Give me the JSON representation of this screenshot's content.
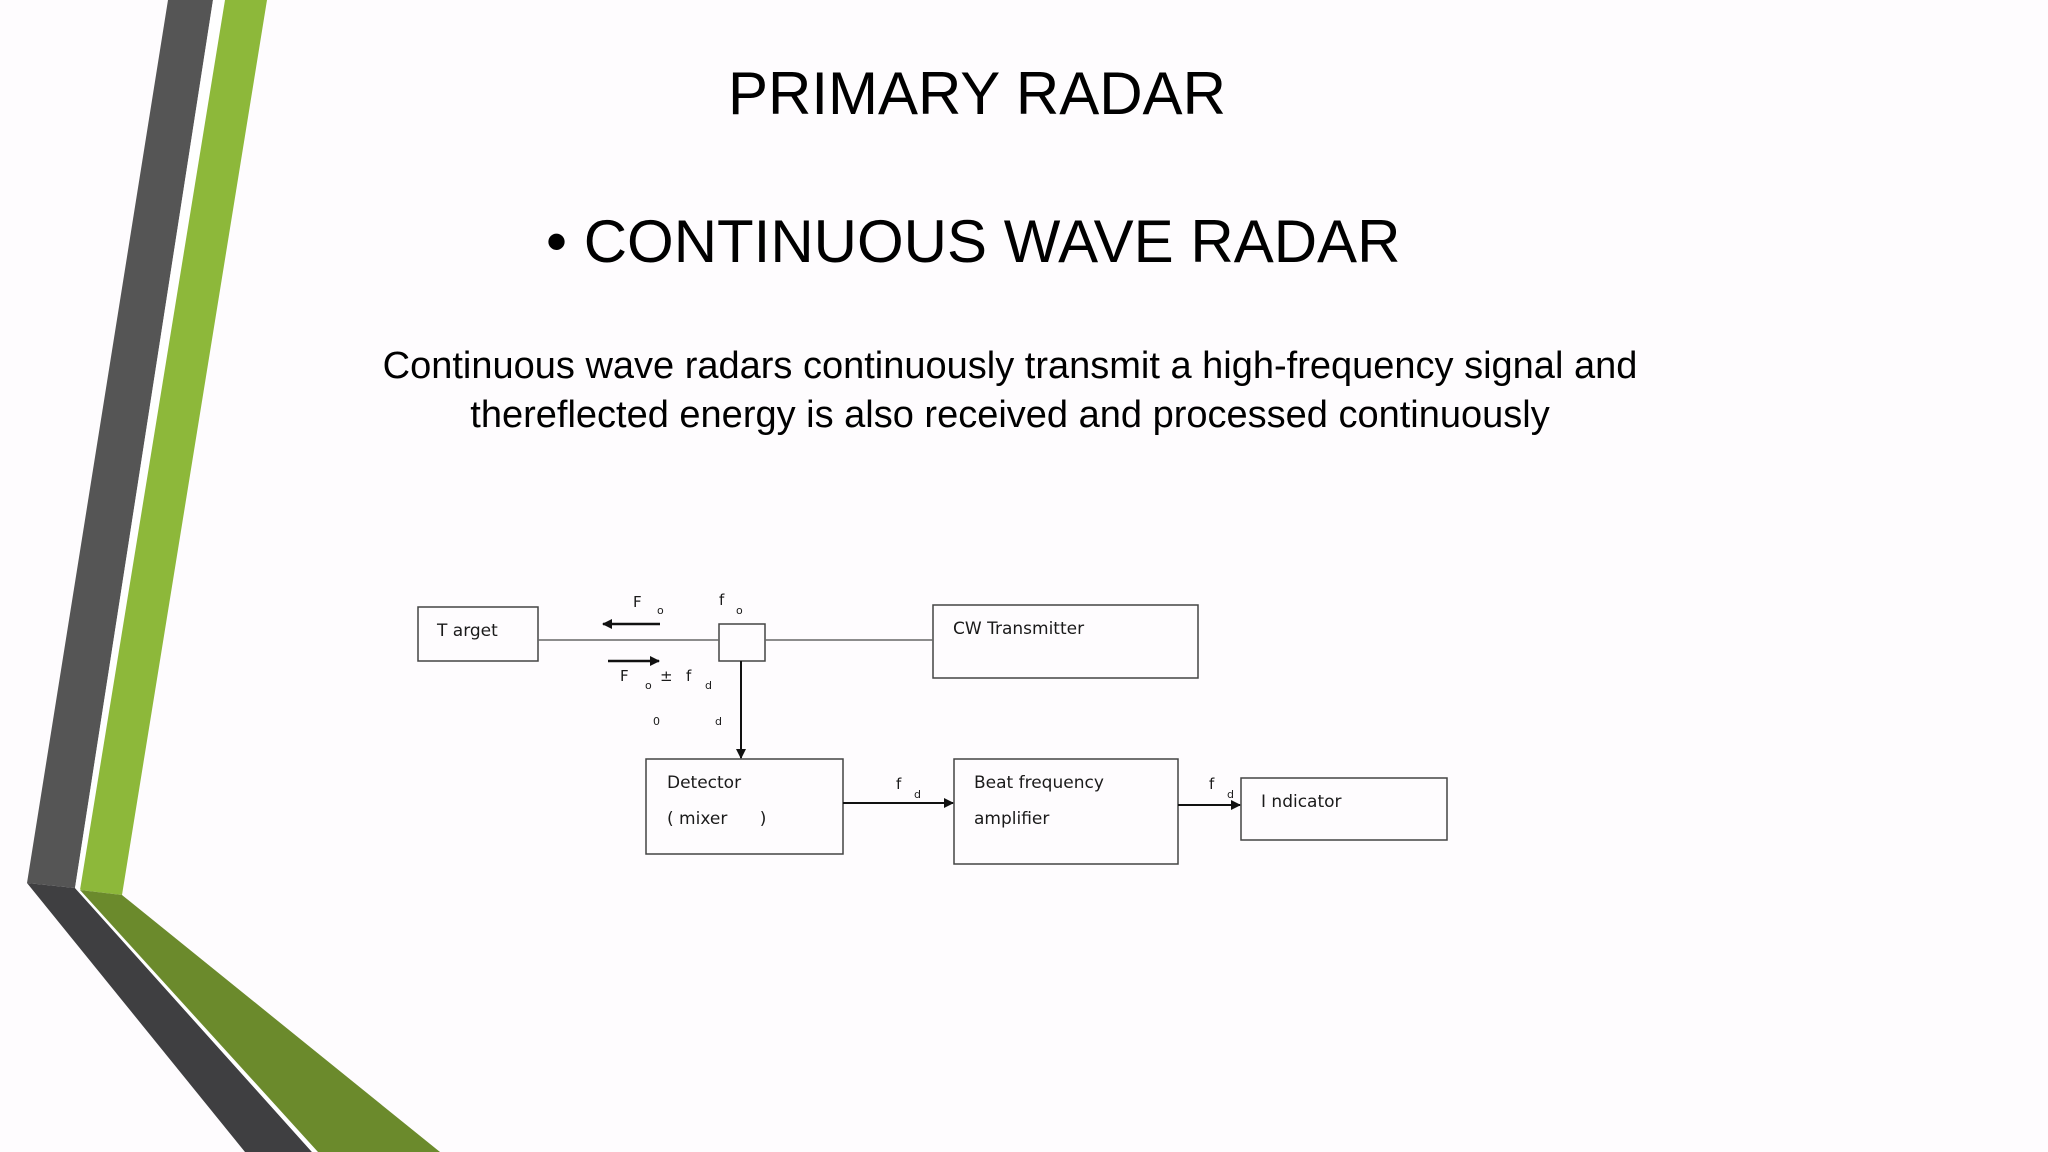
{
  "slide": {
    "title": "PRIMARY RADAR",
    "bullet": {
      "marker": "•",
      "text": "CONTINUOUS WAVE RADAR"
    },
    "description": "Continuous wave radars continuously transmit a high-frequency signal and thereflected energy is also received and processed continuously"
  },
  "diagram": {
    "target_label": "T arget",
    "transmitter_label": "CW Transmitter",
    "detector_line1": "Detector",
    "detector_line2": "( mixer      )",
    "amplifier_line1": "Beat frequency",
    "amplifier_line2": "amplifier",
    "indicator_label": "I ndicator",
    "outgoing": {
      "symbol": "F",
      "subscript": "o"
    },
    "junction": {
      "symbol": "f",
      "subscript": "o"
    },
    "incoming": {
      "symbol": "F",
      "subscript": "o",
      "operator": "±",
      "symbol2": "f",
      "subscript2": "d"
    },
    "stray_subs": [
      "0",
      "d"
    ],
    "detector_out": {
      "symbol": "f",
      "subscript": "d"
    },
    "amplifier_out": {
      "symbol": "f",
      "subscript": "d"
    }
  },
  "colors": {
    "background": "#fefcfe",
    "dark_band": "#555555",
    "green_band": "#8db83a",
    "dark_green": "#6b8a2c",
    "line": "#333333"
  }
}
